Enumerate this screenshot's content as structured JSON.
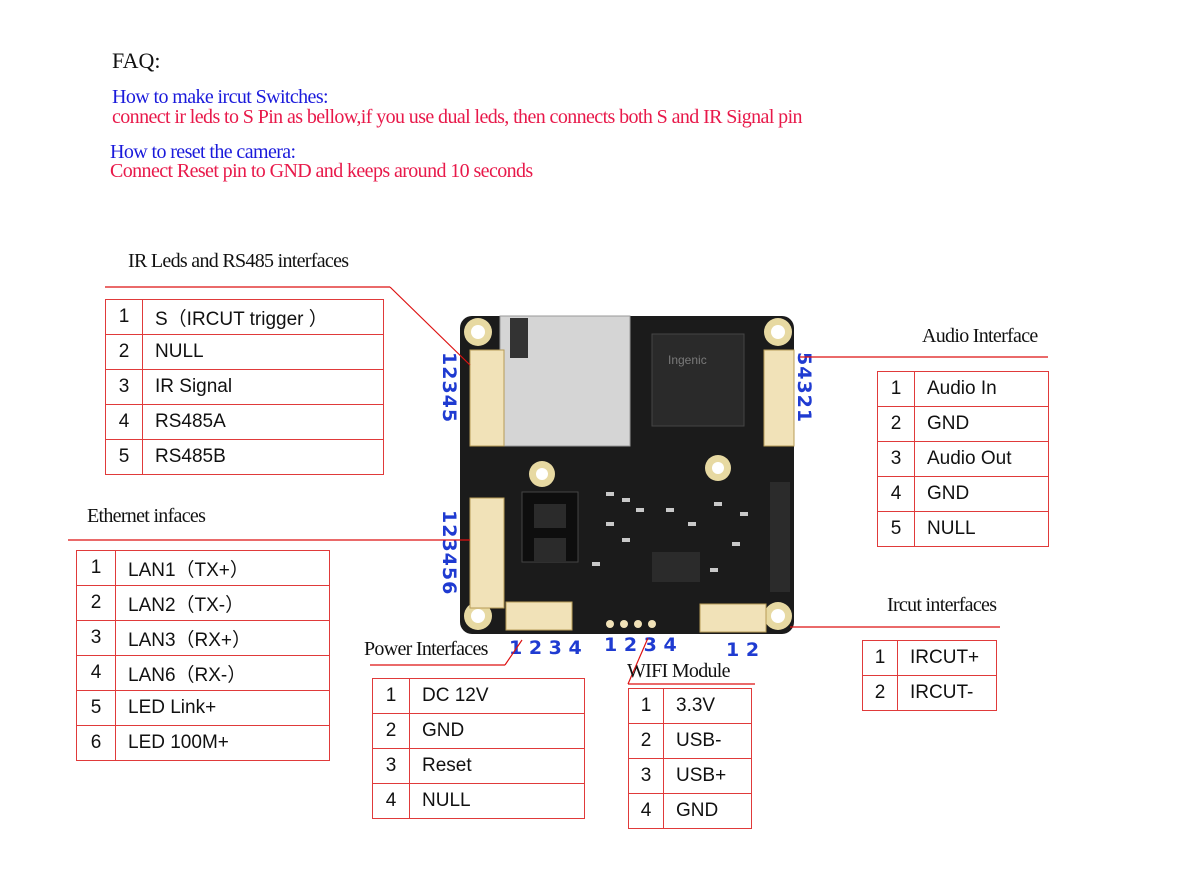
{
  "faq": {
    "title": "FAQ:",
    "items": [
      {
        "question": "How to make ircut Switches:",
        "answer": "connect ir leds to S Pin as bellow,if you use dual leds, then connects  both S and IR Signal pin"
      },
      {
        "question": "How to reset the camera:",
        "answer": "Connect Reset pin to GND  and keeps around 10 seconds"
      }
    ]
  },
  "board_label": "Ingenic",
  "interfaces": {
    "ir_rs485": {
      "title": "IR Leds and RS485 interfaces",
      "pin_numbers": "12345",
      "rows": [
        {
          "num": "1",
          "label": "S（IRCUT  trigger      ）"
        },
        {
          "num": "2",
          "label": "NULL"
        },
        {
          "num": "3",
          "label": "IR Signal"
        },
        {
          "num": "4",
          "label": "RS485A"
        },
        {
          "num": "5",
          "label": "RS485B"
        }
      ]
    },
    "ethernet": {
      "title": "Ethernet infaces",
      "pin_numbers": "123456",
      "rows": [
        {
          "num": "1",
          "label": "LAN1（TX+）"
        },
        {
          "num": "2",
          "label": "LAN2（TX-）"
        },
        {
          "num": "3",
          "label": "LAN3（RX+）"
        },
        {
          "num": "4",
          "label": "LAN6（RX-）"
        },
        {
          "num": "5",
          "label": "LED Link+"
        },
        {
          "num": "6",
          "label": "LED 100M+"
        }
      ]
    },
    "power": {
      "title": "Power Interfaces",
      "pin_numbers": "1 2 3 4",
      "rows": [
        {
          "num": "1",
          "label": "DC 12V"
        },
        {
          "num": "2",
          "label": "GND"
        },
        {
          "num": "3",
          "label": "Reset"
        },
        {
          "num": "4",
          "label": "NULL"
        }
      ]
    },
    "wifi": {
      "title": "WIFI Module",
      "pin_numbers": "1 2 3 4",
      "rows": [
        {
          "num": "1",
          "label": "3.3V"
        },
        {
          "num": "2",
          "label": "USB-"
        },
        {
          "num": "3",
          "label": "USB+"
        },
        {
          "num": "4",
          "label": "GND"
        }
      ]
    },
    "audio": {
      "title": "Audio Interface",
      "pin_numbers": "54321",
      "rows": [
        {
          "num": "1",
          "label": "Audio In"
        },
        {
          "num": "2",
          "label": "GND"
        },
        {
          "num": "3",
          "label": "Audio Out"
        },
        {
          "num": "4",
          "label": "GND"
        },
        {
          "num": "5",
          "label": "NULL"
        }
      ]
    },
    "ircut": {
      "title": "Ircut interfaces",
      "pin_numbers": "1 2",
      "rows": [
        {
          "num": "1",
          "label": "IRCUT+"
        },
        {
          "num": "2",
          "label": "IRCUT-"
        }
      ]
    }
  },
  "colors": {
    "question": "#1a1adb",
    "answer": "#e8194a",
    "border": "#e03a3a",
    "pin_numbers": "#1f3bd1",
    "pcb": "#1b1b1b"
  }
}
